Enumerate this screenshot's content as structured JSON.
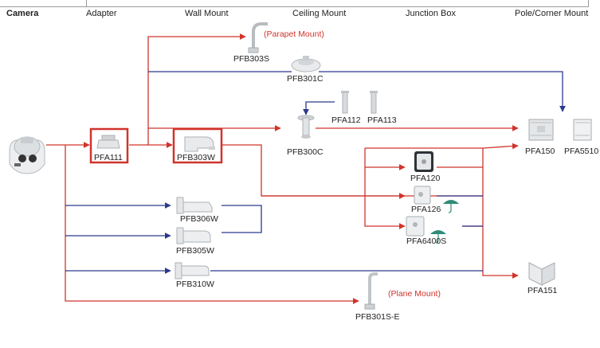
{
  "header": {
    "columns": [
      "Camera",
      "Adapter",
      "Wall Mount",
      "Ceiling Mount",
      "Junction Box",
      "Pole/Corner Mount"
    ]
  },
  "products": {
    "pfb303s": "PFB303S",
    "parapet": "(Parapet Mount)",
    "pfb301c": "PFB301C",
    "pfa112": "PFA112",
    "pfa113": "PFA113",
    "pfb300c": "PFB300C",
    "pfa111": "PFA111",
    "pfb303w": "PFB303W",
    "pfa120": "PFA120",
    "pfa126": "PFA126",
    "pfa6400s": "PFA6400S",
    "pfa150": "PFA150",
    "pfa5510": "PFA5510",
    "pfb306w": "PFB306W",
    "pfb305w": "PFB305W",
    "pfb310w": "PFB310W",
    "pfa151": "PFA151",
    "pfb301se": "PFB301S-E",
    "plane": "(Plane Mount)"
  },
  "colors": {
    "red": "#d0342c",
    "blue": "#2b3a8c",
    "highlight": "#d0342c",
    "umbrella": "#2e8b78"
  }
}
